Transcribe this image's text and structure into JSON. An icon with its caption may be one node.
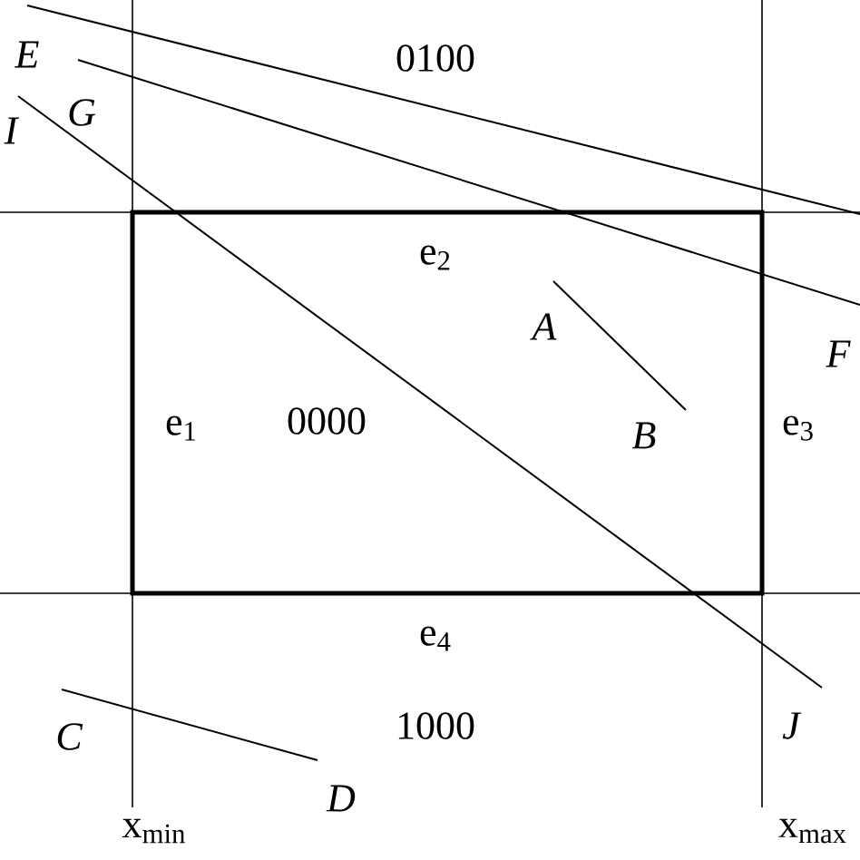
{
  "diagram": {
    "nodes": [
      {
        "text": [
          "0000"
        ]
      }
    ],
    "labels": [
      "E",
      "0100",
      "I",
      "G",
      "e$_{2}$",
      "A",
      "F",
      "e$_{1}$",
      "B",
      "e$_{3}$",
      "e$_{4}$",
      "C",
      "1000",
      "J",
      "D",
      "x$_{min}$",
      "x$_{max}$"
    ]
  }
}
